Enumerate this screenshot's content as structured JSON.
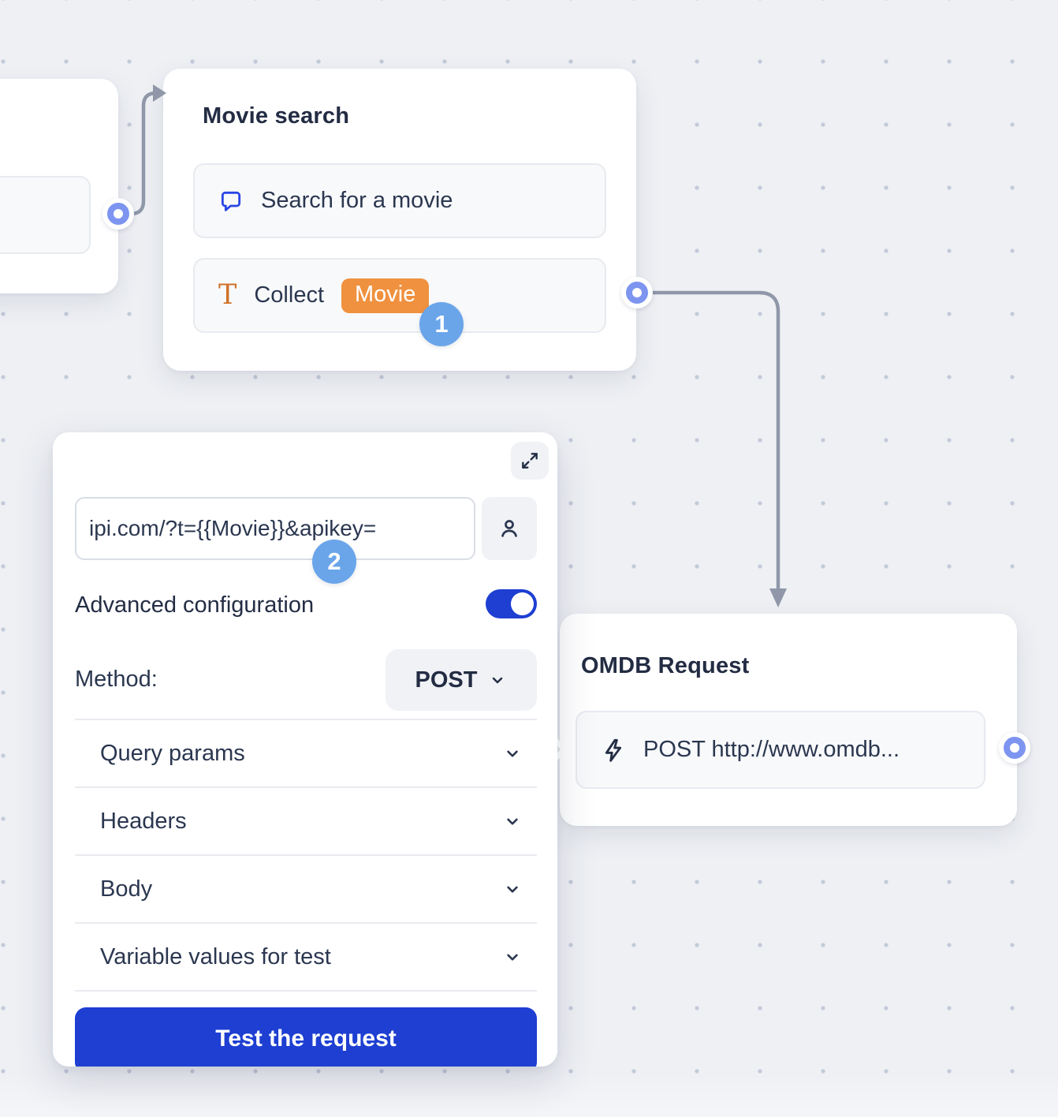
{
  "canvas": {
    "background": "#eef0f4",
    "dot_color": "#c3cad9"
  },
  "movie_node": {
    "title": "Movie search",
    "item_question": {
      "icon": "chat-bubble-icon",
      "label": "Search for a movie"
    },
    "item_collect": {
      "icon": "text-format-icon",
      "glyph": "T",
      "label": "Collect",
      "tag": "Movie"
    }
  },
  "omdb_node": {
    "title": "OMDB Request",
    "item_request": {
      "icon": "lightning-icon",
      "label": "POST http://www.omdb..."
    }
  },
  "webhook_panel": {
    "url_input": {
      "value": "ipi.com/?t={{Movie}}&apikey="
    },
    "advanced_configuration_label": "Advanced configuration",
    "advanced_configuration_on": true,
    "method_label": "Method:",
    "method_value": "POST",
    "sections": [
      "Query params",
      "Headers",
      "Body",
      "Variable values for test"
    ],
    "test_button_label": "Test the request"
  },
  "step_badges": {
    "one": "1",
    "two": "2"
  },
  "colors": {
    "accent_blue": "#1e3fd2",
    "badge_blue": "#6aa5ea",
    "tag_orange": "#ef913f",
    "icon_orange": "#cf7129",
    "icon_blue": "#2947e4",
    "connector_gray": "#8f97a9",
    "port_ring_blue": "#7d95f0",
    "title_text": "#232c43",
    "body_text": "#2b3750"
  }
}
